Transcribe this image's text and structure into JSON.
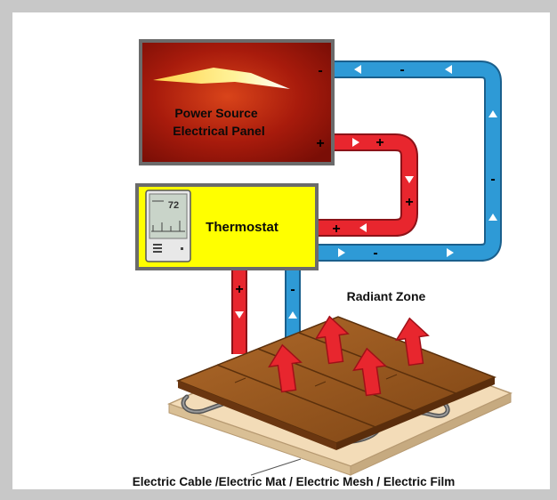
{
  "panel": {
    "line1": "Power Source",
    "line2": "Electrical Panel",
    "minus": "-",
    "plus": "+"
  },
  "thermostat": {
    "label": "Thermostat"
  },
  "zone": {
    "label": "Radiant Zone"
  },
  "caption": {
    "text": "Electric Cable /Electric Mat / Electric Mesh / Electric Film"
  },
  "colors": {
    "panel_fill": "#a01a0c",
    "thermostat_fill": "#ffff00",
    "box_border": "#6b6b6b",
    "hot_pipe": "#e8262e",
    "cold_pipe": "#2e9ad6",
    "arrow_red": "#e8262e",
    "wood": "#9b5a1e",
    "subfloor": "#f3dcb8"
  }
}
